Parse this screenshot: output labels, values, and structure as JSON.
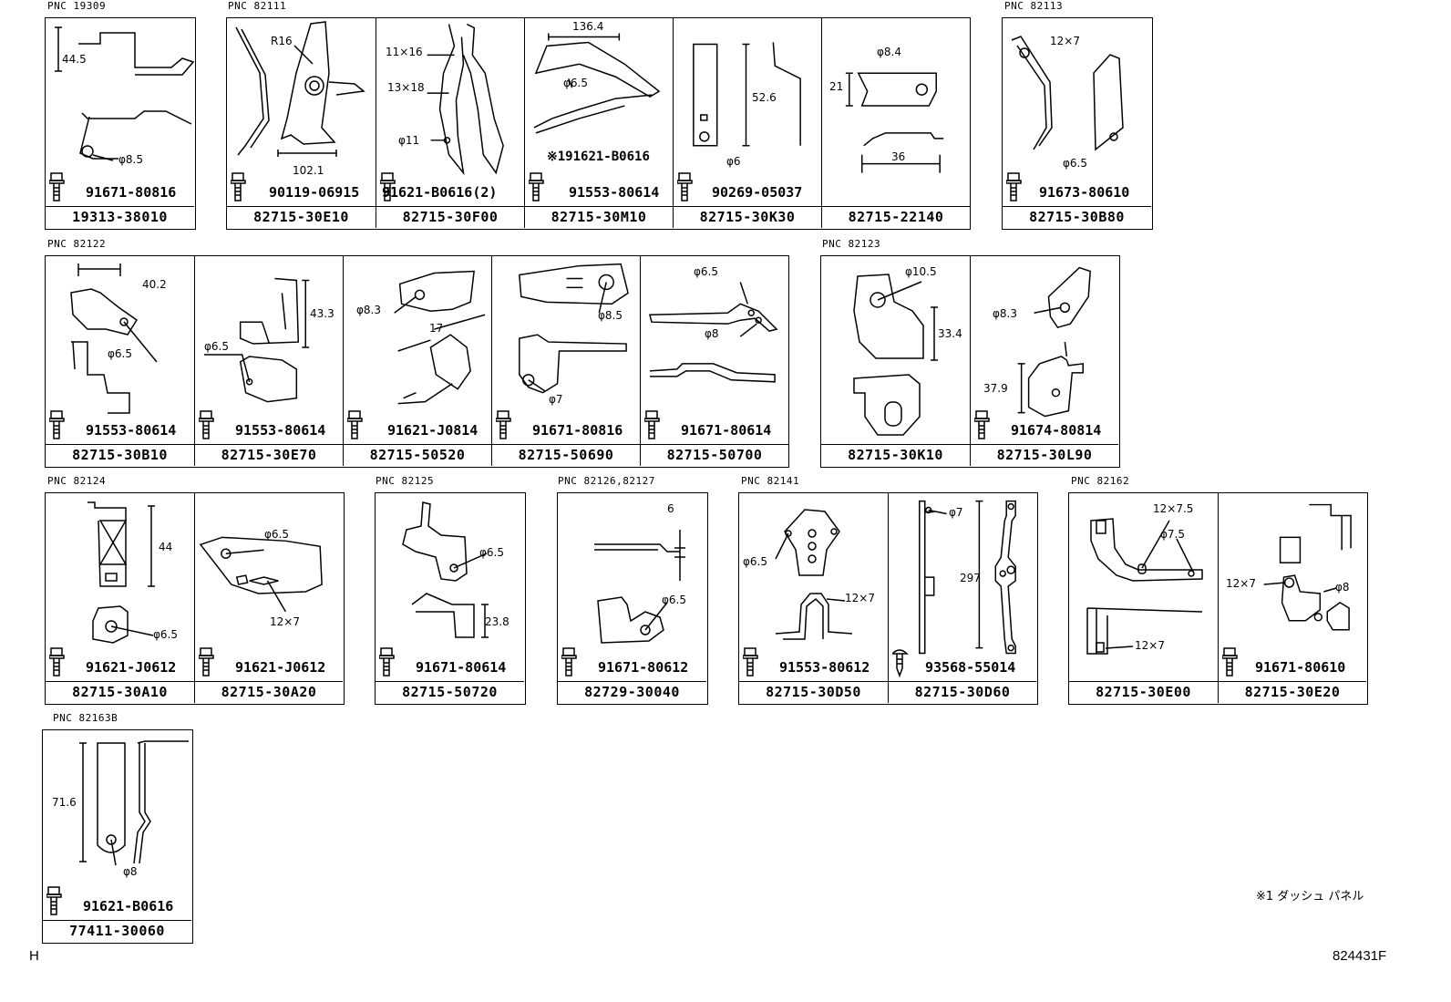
{
  "groups": [
    {
      "pnc": "PNC 19309",
      "cells": [
        {
          "bolt": "91671-80816",
          "part": "19313-38010",
          "dims": [
            "44.5",
            "φ8.5"
          ]
        }
      ]
    },
    {
      "pnc": "PNC 82111",
      "cells": [
        {
          "bolt": "90119-06915",
          "part": "82715-30E10",
          "dims": [
            "R16",
            "102.1"
          ]
        },
        {
          "bolt": "91621-B0616(2)",
          "part": "82715-30F00",
          "dims": [
            "11×16",
            "13×18",
            "φ11"
          ]
        },
        {
          "bolt": "91553-80614",
          "part": "82715-30M10",
          "dims": [
            "136.4",
            "φ6.5",
            "※191621-B0616"
          ]
        },
        {
          "bolt": "90269-05037",
          "part": "82715-30K30",
          "dims": [
            "52.6",
            "φ6"
          ]
        },
        {
          "bolt": "",
          "part": "82715-22140",
          "dims": [
            "φ8.4",
            "21",
            "36"
          ]
        }
      ]
    },
    {
      "pnc": "PNC 82113",
      "cells": [
        {
          "bolt": "91673-80610",
          "part": "82715-30B80",
          "dims": [
            "12×7",
            "φ6.5"
          ]
        }
      ]
    },
    {
      "pnc": "PNC 82122",
      "cells": [
        {
          "bolt": "91553-80614",
          "part": "82715-30B10",
          "dims": [
            "40.2",
            "φ6.5"
          ]
        },
        {
          "bolt": "91553-80614",
          "part": "82715-30E70",
          "dims": [
            "43.3",
            "φ6.5"
          ]
        },
        {
          "bolt": "91621-J0814",
          "part": "82715-50520",
          "dims": [
            "φ8.3",
            "17"
          ]
        },
        {
          "bolt": "91671-80816",
          "part": "82715-50690",
          "dims": [
            "φ8.5",
            "φ7"
          ]
        },
        {
          "bolt": "91671-80614",
          "part": "82715-50700",
          "dims": [
            "φ6.5",
            "φ8"
          ]
        }
      ]
    },
    {
      "pnc": "PNC 82123",
      "cells": [
        {
          "bolt": "",
          "part": "82715-30K10",
          "dims": [
            "φ10.5",
            "33.4"
          ]
        },
        {
          "bolt": "91674-80814",
          "part": "82715-30L90",
          "dims": [
            "φ8.3",
            "37.9"
          ]
        }
      ]
    },
    {
      "pnc": "PNC 82124",
      "cells": [
        {
          "bolt": "91621-J0612",
          "part": "82715-30A10",
          "dims": [
            "44",
            "φ6.5"
          ]
        },
        {
          "bolt": "91621-J0612",
          "part": "82715-30A20",
          "dims": [
            "φ6.5",
            "12×7"
          ]
        }
      ]
    },
    {
      "pnc": "PNC 82125",
      "cells": [
        {
          "bolt": "91671-80614",
          "part": "82715-50720",
          "dims": [
            "φ6.5",
            "23.8"
          ]
        }
      ]
    },
    {
      "pnc": "PNC 82126,82127",
      "cells": [
        {
          "bolt": "91671-80612",
          "part": "82729-30040",
          "dims": [
            "6",
            "φ6.5"
          ]
        }
      ]
    },
    {
      "pnc": "PNC 82141",
      "cells": [
        {
          "bolt": "91553-80612",
          "part": "82715-30D50",
          "dims": [
            "φ6.5",
            "12×7"
          ]
        },
        {
          "bolt": "93568-55014",
          "part": "82715-30D60",
          "dims": [
            "φ7",
            "297"
          ]
        }
      ]
    },
    {
      "pnc": "PNC 82162",
      "cells": [
        {
          "bolt": "",
          "part": "82715-30E00",
          "dims": [
            "12×7.5",
            "φ7.5",
            "12×7"
          ]
        },
        {
          "bolt": "91671-80610",
          "part": "82715-30E20",
          "dims": [
            "12×7",
            "φ8"
          ]
        }
      ]
    },
    {
      "pnc": "PNC  82163B",
      "cells": [
        {
          "bolt": "91621-B0616",
          "part": "77411-30060",
          "dims": [
            "71.6",
            "φ8"
          ]
        }
      ]
    }
  ],
  "footnote": "※1 ダッシュ パネル",
  "corner_left": "H",
  "corner_right": "824431F"
}
